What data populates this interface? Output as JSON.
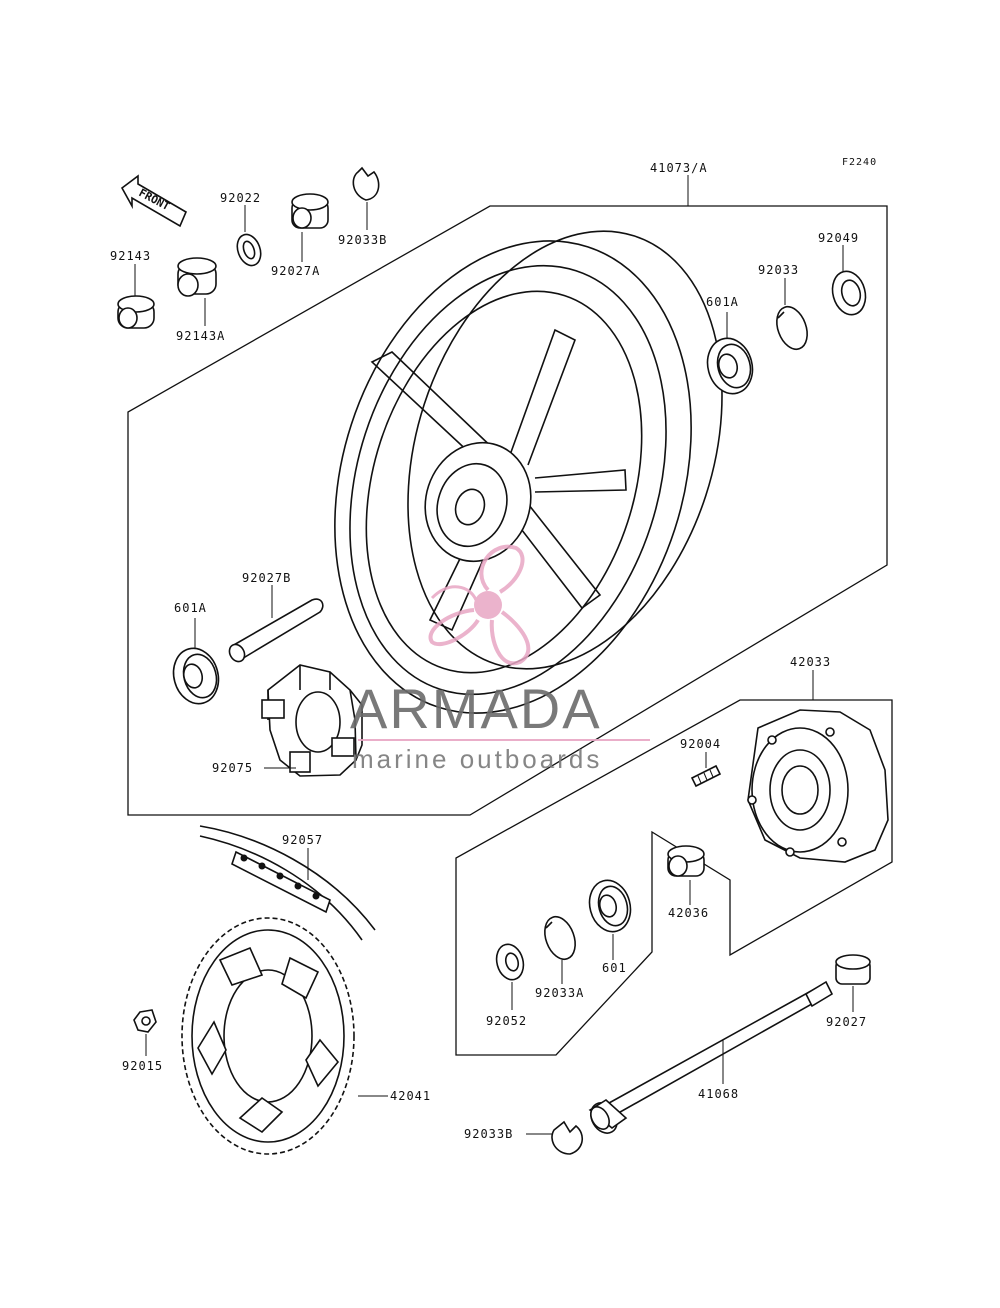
{
  "figure_code": "F2240",
  "front_label": "FRONT",
  "watermark": {
    "brand": "ARMADA",
    "tagline": "marine outboards",
    "logo_color": "#e8a6c4",
    "text_color": "#6b6b6b"
  },
  "parts": {
    "p41073A": "41073/A",
    "p92143": "92143",
    "p92143A": "92143A",
    "p92022": "92022",
    "p92027A": "92027A",
    "p92033B_top": "92033B",
    "p92049": "92049",
    "p92033": "92033",
    "p601A_right": "601A",
    "p601A_left": "601A",
    "p92027B": "92027B",
    "p92075": "92075",
    "p42033": "42033",
    "p92004": "92004",
    "p42036": "42036",
    "p601": "601",
    "p92033A": "92033A",
    "p92052": "92052",
    "p92057": "92057",
    "p92015": "92015",
    "p42041": "42041",
    "p41068": "41068",
    "p92027": "92027",
    "p92033B_bottom": "92033B"
  }
}
